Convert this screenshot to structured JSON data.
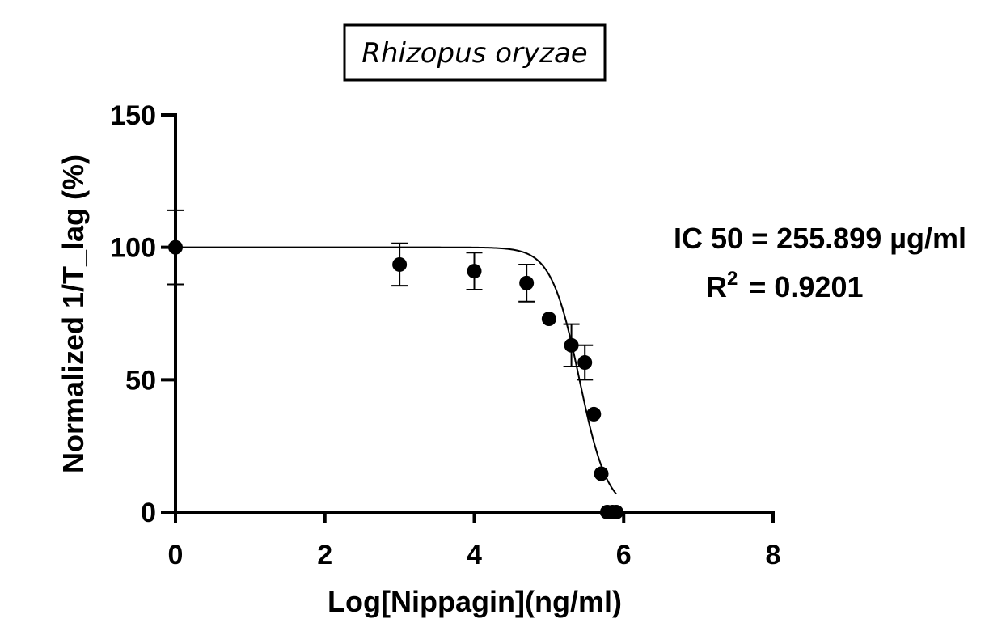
{
  "chart_data": {
    "type": "scatter",
    "title": "Rhizopus oryzae",
    "xlabel": "Log[Nippagin](ng/ml)",
    "ylabel": "Normalized 1/T_lag (%)",
    "xlim": [
      0,
      8
    ],
    "ylim": [
      0,
      150
    ],
    "x_ticks": [
      "0",
      "2",
      "4",
      "6",
      "8"
    ],
    "y_ticks": [
      "0",
      "50",
      "100",
      "150"
    ],
    "points": [
      {
        "x": 0,
        "y": 100,
        "err": 14
      },
      {
        "x": 3,
        "y": 93.5,
        "err": 8
      },
      {
        "x": 4,
        "y": 91,
        "err": 7
      },
      {
        "x": 4.7,
        "y": 86.5,
        "err": 7
      },
      {
        "x": 5,
        "y": 73,
        "err": null
      },
      {
        "x": 5.3,
        "y": 63,
        "err": 8
      },
      {
        "x": 5.48,
        "y": 56.5,
        "err": 6.5
      },
      {
        "x": 5.6,
        "y": 37,
        "err": null
      },
      {
        "x": 5.7,
        "y": 14.5,
        "err": null
      },
      {
        "x": 5.78,
        "y": 0,
        "err": null
      },
      {
        "x": 5.85,
        "y": 0,
        "err": null
      },
      {
        "x": 5.9,
        "y": 0,
        "err": null
      }
    ],
    "fit": {
      "model": "sigmoidal dose-response",
      "top": 100,
      "bottom": 0,
      "log_ic50": 5.408,
      "hill_slope": -2.3,
      "x_range": [
        0,
        5.9
      ]
    },
    "annotations": {
      "ic50_text": "IC 50 = 255.899 µg/ml",
      "r2_label": "R",
      "r2_sup": "2",
      "r2_value": "= 0.9201"
    },
    "grid": false,
    "legend": "none"
  }
}
